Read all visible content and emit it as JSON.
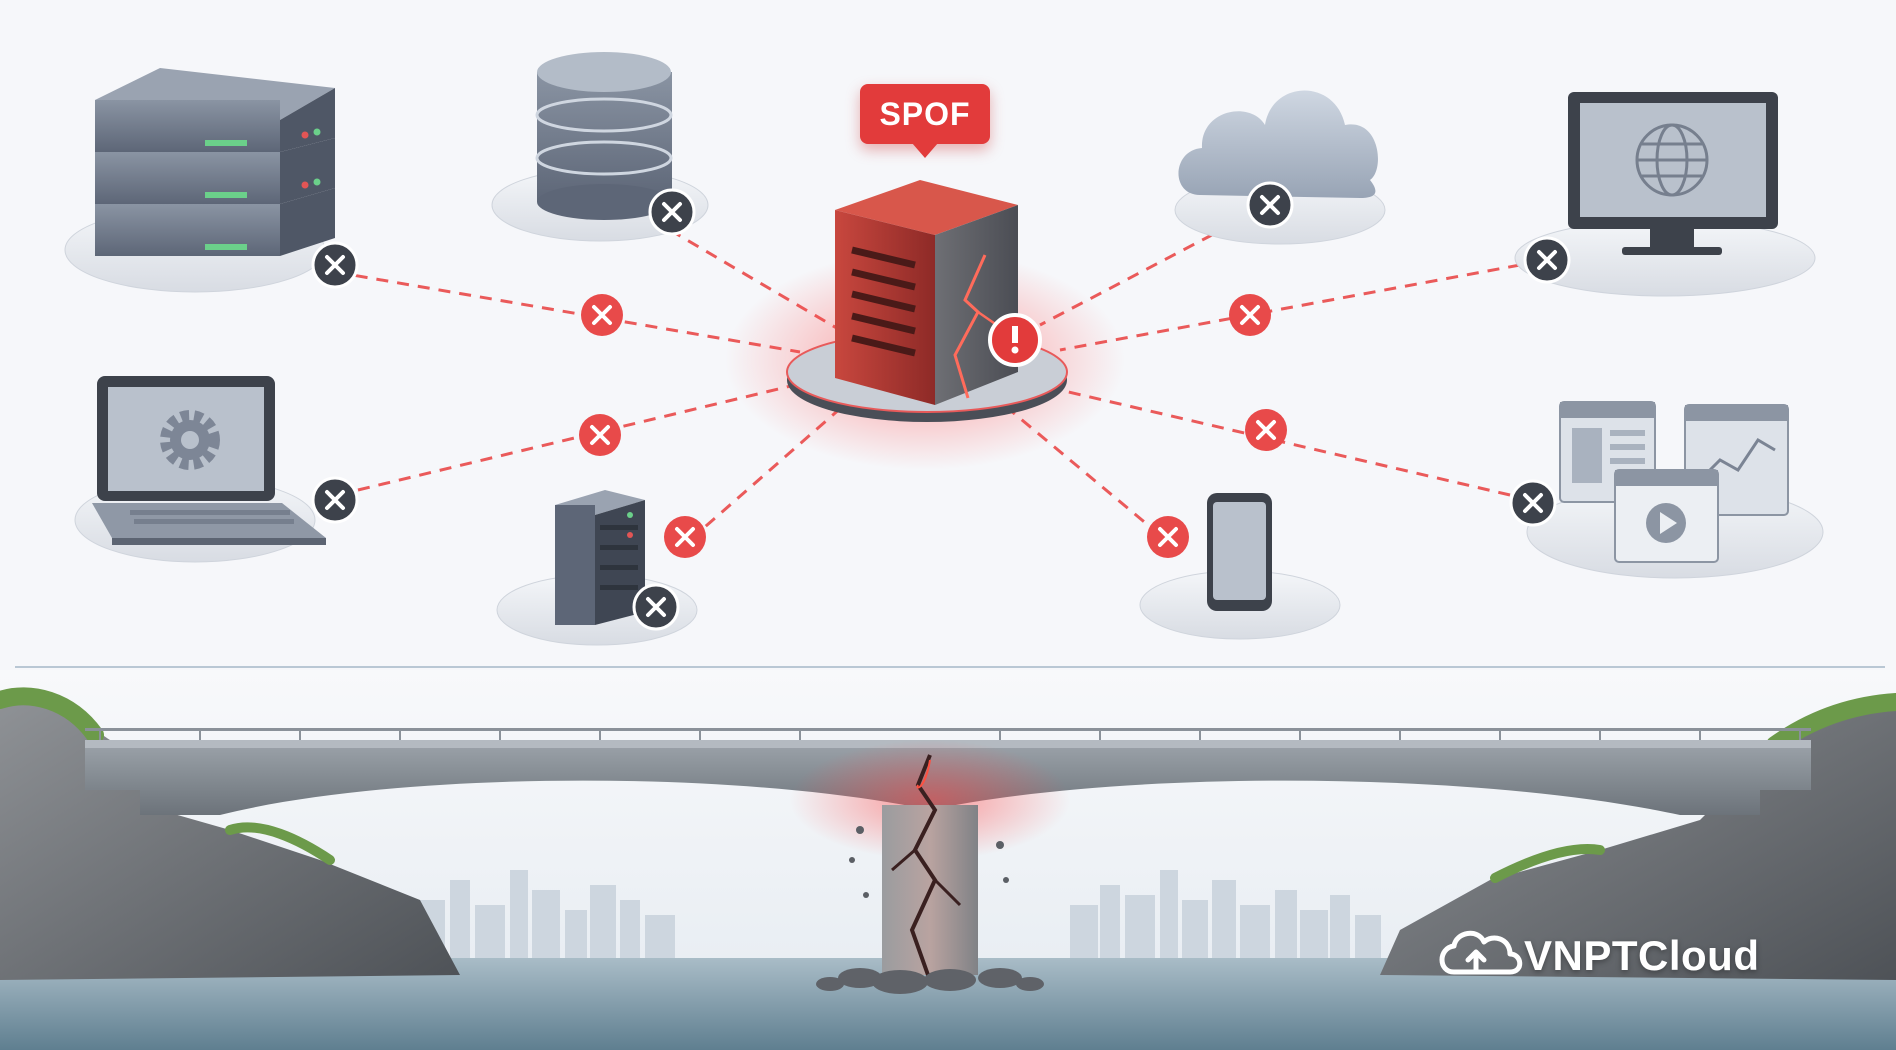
{
  "badge": {
    "label": "SPOF"
  },
  "brand": {
    "name": "VNPTCloud"
  },
  "diagram": {
    "center": {
      "name": "central-server",
      "status": "failure"
    },
    "nodes": [
      {
        "name": "server-stack",
        "status": "disconnected"
      },
      {
        "name": "database",
        "status": "disconnected"
      },
      {
        "name": "cloud",
        "status": "disconnected"
      },
      {
        "name": "web-monitor",
        "status": "disconnected"
      },
      {
        "name": "laptop",
        "status": "disconnected"
      },
      {
        "name": "tower-server",
        "status": "disconnected"
      },
      {
        "name": "smartphone",
        "status": "disconnected"
      },
      {
        "name": "web-app-windows",
        "status": "disconnected"
      }
    ]
  },
  "scene": {
    "metaphor": "bridge-with-cracked-central-pillar"
  },
  "colors": {
    "alert": "#e23b3b",
    "link": "#ea5a5a",
    "device": "#6f7a8b",
    "device_dark": "#454d5a",
    "platform": "#e3e6ec",
    "water": "#7a98a8"
  }
}
